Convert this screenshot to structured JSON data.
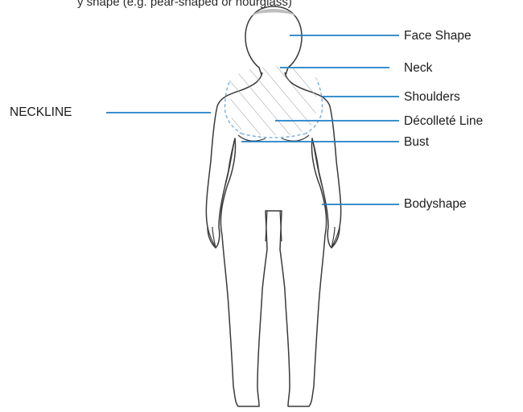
{
  "header": {
    "caption": "y shape (e.g. pear-shaped or hourglass)"
  },
  "labels": {
    "face_shape": "Face Shape",
    "neck": "Neck",
    "shoulders": "Shoulders",
    "decollete_line": "Décolleté Line",
    "bust": "Bust",
    "bodyshape": "Bodyshape",
    "neckline": "NECKLINE"
  },
  "colors": {
    "leader_line": "#1f7fc4",
    "outline": "#3a3a3a",
    "hatch": "#9a9a9a",
    "dashed": "#6fa8d6"
  }
}
